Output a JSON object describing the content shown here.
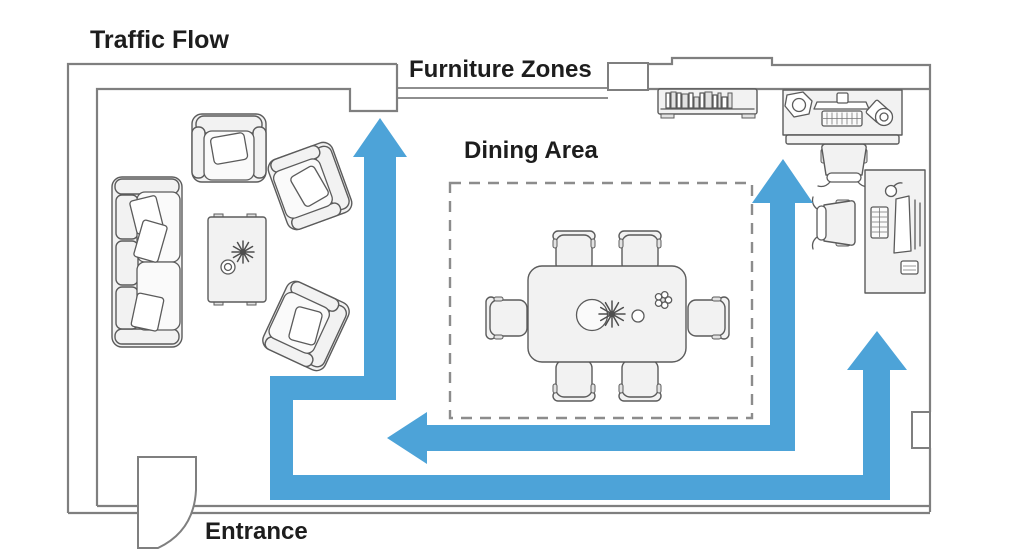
{
  "labels": {
    "traffic_flow": "Traffic Flow",
    "furniture_zones": "Furniture Zones",
    "dining_area": "Dining Area",
    "entrance": "Entrance"
  },
  "colors": {
    "arrow": "#4da3d8",
    "wall": "#7f7f7f",
    "furniture_outline": "#5b5b5b",
    "furniture_fill": "#f2f2f2",
    "dashed": "#8c8c8c",
    "text": "#1d1d1d",
    "background": "#ffffff"
  },
  "arrows": [
    {
      "name": "entrance-path-up-to-window",
      "direction": "up"
    },
    {
      "name": "bottom-path-up-to-corner-desk",
      "direction": "up"
    },
    {
      "name": "column-up-to-desk",
      "direction": "up"
    },
    {
      "name": "cross-room-to-living-area",
      "direction": "left"
    }
  ],
  "furniture_icons": [
    "sofa",
    "armchair",
    "armchair-rotated-upper",
    "armchair-rotated-lower",
    "coffee-table",
    "plant",
    "cup",
    "dining-table",
    "dining-chair-x6",
    "plate",
    "flower",
    "bookshelf",
    "desk",
    "desk-lamp",
    "monitor",
    "keyboard",
    "office-chair",
    "corner-desk",
    "corner-desk-chair",
    "entrance-door",
    "window"
  ]
}
